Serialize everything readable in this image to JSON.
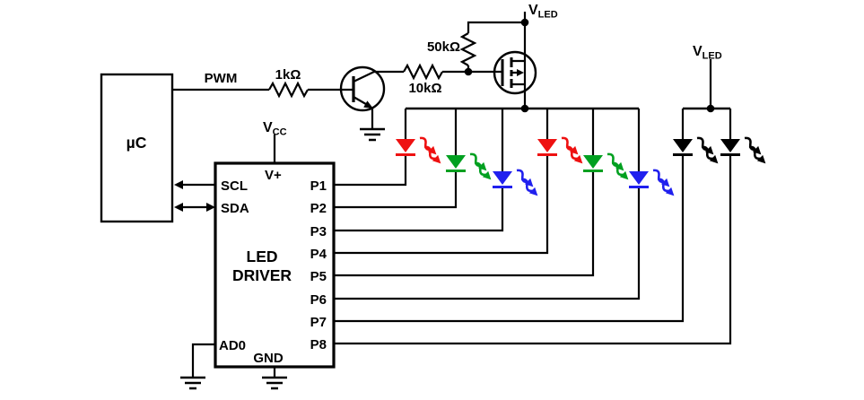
{
  "colors": {
    "wire": "#000000",
    "led_red": "#ee1111",
    "led_green": "#00a020",
    "led_blue": "#2020ee",
    "led_mono": "#000000"
  },
  "mcu": {
    "label": "µC"
  },
  "pwm": {
    "label": "PWM"
  },
  "resistors": {
    "base": "1kΩ",
    "gate_series": "10kΩ",
    "pullup": "50kΩ"
  },
  "supplies": {
    "vled": {
      "base": "V",
      "sub": "LED"
    },
    "vcc": {
      "base": "V",
      "sub": "CC"
    }
  },
  "driver": {
    "title_line1": "LED",
    "title_line2": "DRIVER",
    "vplus_label": "V+",
    "scl_label": "SCL",
    "sda_label": "SDA",
    "ad0_label": "AD0",
    "gnd_label": "GND",
    "pins": [
      "P1",
      "P2",
      "P3",
      "P4",
      "P5",
      "P6",
      "P7",
      "P8"
    ]
  }
}
